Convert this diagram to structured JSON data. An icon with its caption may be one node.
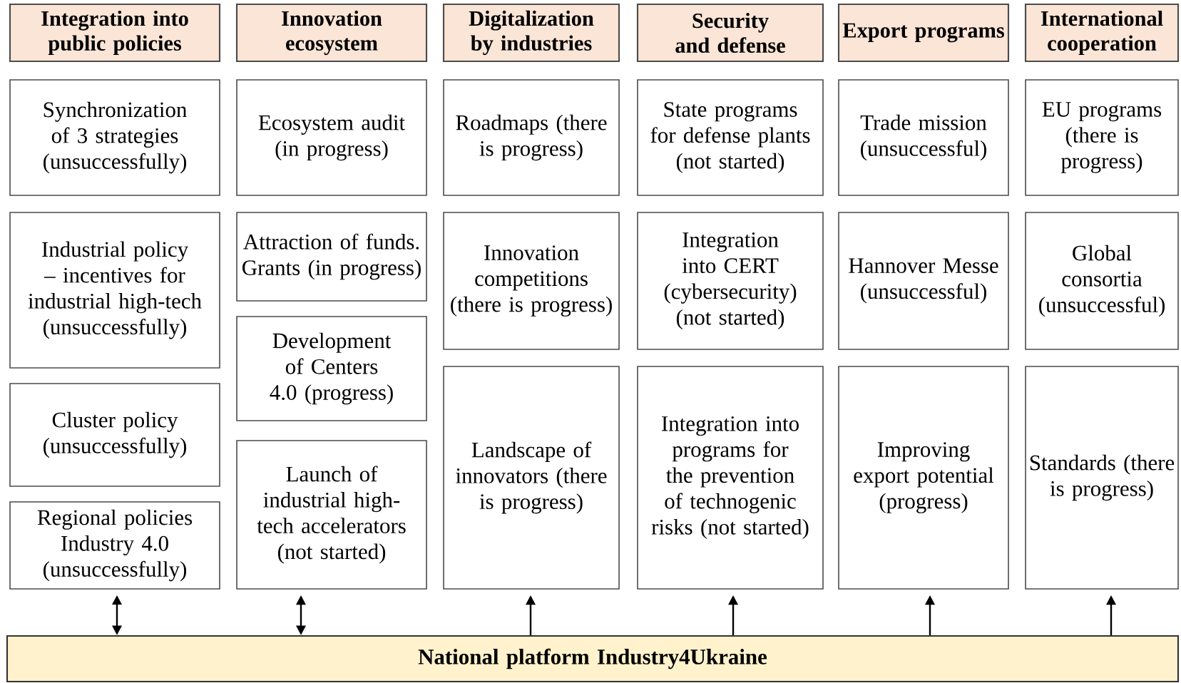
{
  "diagram": {
    "nodes": [
      {
        "text": [
          "Integration into public policies"
        ]
      },
      {
        "text": [
          "Synchronization of 3 strategies (unsuccessfully)"
        ]
      },
      {
        "text": [
          "Industrial policy – incentives for industrial high-tech (unsuccessfully)"
        ]
      },
      {
        "text": [
          "Cluster policy (unsuccessfully)"
        ]
      },
      {
        "text": [
          "Regional policies Industry 4.0 (unsuccessfully)"
        ]
      },
      {
        "text": [
          "Innovation ecosystem"
        ]
      },
      {
        "text": [
          "Ecosystem audit (in progress)"
        ]
      },
      {
        "text": [
          "Attraction of funds. Grants (in progress)"
        ]
      },
      {
        "text": [
          "Development of Centers 4.0 (progress)"
        ]
      },
      {
        "text": [
          "Launch of industrial high-tech accelerators (not started)"
        ]
      },
      {
        "text": [
          "Digitalization by industries"
        ]
      },
      {
        "text": [
          "Roadmaps (there is progress)"
        ]
      },
      {
        "text": [
          "Innovation competitions (there is progress)"
        ]
      },
      {
        "text": [
          "Landscape of innovators (there is progress)"
        ]
      },
      {
        "text": [
          "Security and defense"
        ]
      },
      {
        "text": [
          "State programs for defense plants (not started)"
        ]
      },
      {
        "text": [
          "Integration into CERT (cybersecurity) (not started)"
        ]
      },
      {
        "text": [
          "Integration into programs for the prevention of technogenic risks (not started)"
        ]
      },
      {
        "text": [
          "Export programs"
        ]
      },
      {
        "text": [
          "Trade mission (unsuccessful)"
        ]
      },
      {
        "text": [
          "Hannover Messe (unsuccessful)"
        ]
      },
      {
        "text": [
          "Improving export potential (progress)"
        ]
      },
      {
        "text": [
          "International cooperation"
        ]
      },
      {
        "text": [
          "EU programs (there is progress)"
        ]
      },
      {
        "text": [
          "Global consortia (unsuccessful)"
        ]
      },
      {
        "text": [
          "Standards (there is progress)"
        ]
      },
      {
        "text": [
          "National platform Industry4Ukraine"
        ]
      }
    ],
    "edges": [
      {
        "from": 26,
        "to": 4,
        "arrow": "both"
      },
      {
        "from": 26,
        "to": 9,
        "arrow": "both"
      },
      {
        "from": 26,
        "to": 13,
        "arrow": "to"
      },
      {
        "from": 26,
        "to": 17,
        "arrow": "to"
      },
      {
        "from": 26,
        "to": 21,
        "arrow": "to"
      },
      {
        "from": 26,
        "to": 25,
        "arrow": "to"
      }
    ]
  }
}
